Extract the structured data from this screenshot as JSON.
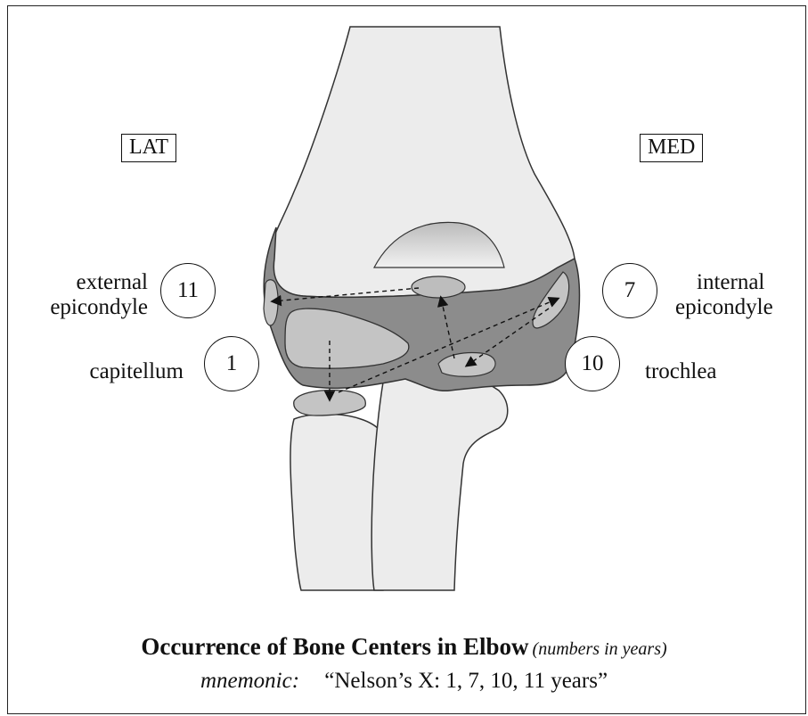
{
  "orientation": {
    "lateral": "LAT",
    "medial": "MED"
  },
  "centers": [
    {
      "id": "external-epicondyle",
      "label_lines": [
        "external",
        "epicondyle"
      ],
      "age": "11"
    },
    {
      "id": "capitellum",
      "label_lines": [
        "capitellum"
      ],
      "age": "1"
    },
    {
      "id": "internal-epicondyle",
      "label_lines": [
        "internal",
        "epicondyle"
      ],
      "age": "7"
    },
    {
      "id": "trochlea",
      "label_lines": [
        "trochlea"
      ],
      "age": "10"
    }
  ],
  "caption": {
    "title": "Occurrence of Bone Centers in Elbow",
    "note": "(numbers in years)",
    "mnemonic_label": "mnemonic:",
    "mnemonic_text": "“Nelson’s X:  1, 7, 10, 11 years”"
  },
  "colors": {
    "bone": "#ececec",
    "cartilage": "#8c8c8c",
    "ossification": "#bdbdbd",
    "outline": "#333333"
  }
}
